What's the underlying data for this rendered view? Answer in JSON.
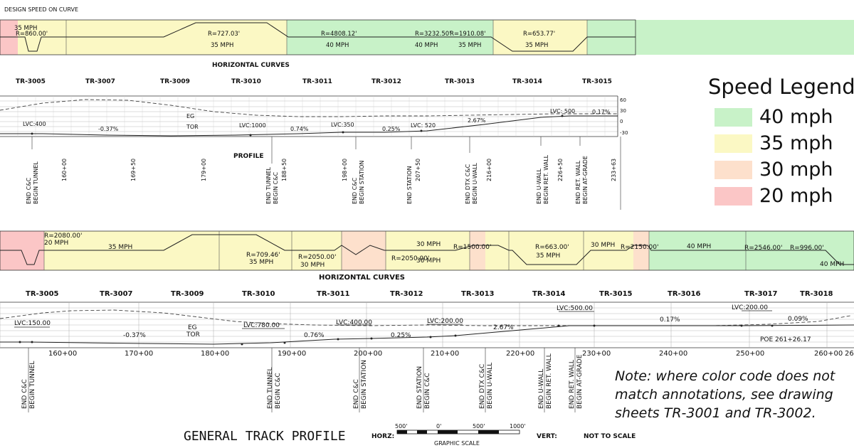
{
  "header_note": "DESIGN SPEED ON CURVE",
  "section_label_curves": "HORIZONTAL CURVES",
  "profile_label": "PROFILE",
  "colors": {
    "40": "#c8f2c8",
    "35": "#fbf8c4",
    "30": "#fde0cc",
    "20": "#fbc6c6"
  },
  "legend": {
    "title": "Speed Legend",
    "items": [
      {
        "label": "40 mph",
        "color": "#c8f2c8"
      },
      {
        "label": "35 mph",
        "color": "#fbf8c4"
      },
      {
        "label": "30 mph",
        "color": "#fde0cc"
      },
      {
        "label": "20 mph",
        "color": "#fbc6c6"
      }
    ]
  },
  "note": [
    "Note: where color code does not",
    "match annotations, see drawing",
    "sheets TR-3001 and TR-3002."
  ],
  "top": {
    "band_colors": [
      "#fbc6c6",
      "#fbf8c4",
      "#c8f2c8",
      "#fbf8c4",
      "#c8f2c8"
    ],
    "curve_labels": [
      {
        "text": "35 MPH"
      },
      {
        "text": "R=860.00'"
      },
      {
        "text": "R=727.03'"
      },
      {
        "text": "35 MPH"
      },
      {
        "text": "R=4808.12'"
      },
      {
        "text": "40 MPH"
      },
      {
        "text": "R=3232.50'"
      },
      {
        "text": "R=1910.08'"
      },
      {
        "text": "40 MPH"
      },
      {
        "text": "35 MPH"
      },
      {
        "text": "R=653.77'"
      },
      {
        "text": "35 MPH"
      }
    ],
    "sheets": [
      "TR-3005",
      "TR-3007",
      "TR-3009",
      "TR-3010",
      "TR-3011",
      "TR-3012",
      "TR-3013",
      "TR-3014",
      "TR-3015"
    ],
    "profile_labels": [
      {
        "text": "LVC:400"
      },
      {
        "text": "-0.37%"
      },
      {
        "text": "EG"
      },
      {
        "text": "TOR"
      },
      {
        "text": "LVC:1000"
      },
      {
        "text": "0.74%"
      },
      {
        "text": "LVC:350"
      },
      {
        "text": "0.25%"
      },
      {
        "text": "LVC: 520"
      },
      {
        "text": "2.67%"
      },
      {
        "text": "LVC: 500"
      },
      {
        "text": "0.17%"
      }
    ],
    "elev_ticks": [
      "60",
      "30",
      "0",
      "-30"
    ],
    "stations": [
      "160+00",
      "169+50",
      "179+00",
      "188+50",
      "198+00",
      "207+50",
      "216+00",
      "226+50",
      "233+63"
    ],
    "callouts": [
      "END C&C",
      "BEGIN TUNNEL",
      "END TUNNEL",
      "BEGIN C&C",
      "END C&C",
      "BEGIN STATION",
      "END STATION",
      "END DTX C&C",
      "BEGIN U-WALL",
      "END U-WALL",
      "BEGIN RET. WALL",
      "END RET. WALL",
      "BEGIN AT-GRADE"
    ]
  },
  "bottom": {
    "band_colors": [
      "#fbc6c6",
      "#fbf8c4",
      "#fde0cc",
      "#fbf8c4",
      "#fde0cc",
      "#fbf8c4",
      "#fde0cc",
      "#c8f2c8"
    ],
    "curve_labels": [
      {
        "text": "R=2080.00'"
      },
      {
        "text": "20 MPH"
      },
      {
        "text": "35 MPH"
      },
      {
        "text": "R=709.46'"
      },
      {
        "text": "35 MPH"
      },
      {
        "text": "R=2050.00'"
      },
      {
        "text": "30 MPH"
      },
      {
        "text": "R=2050.00'"
      },
      {
        "text": "30 MPH"
      },
      {
        "text": "R=1500.00'"
      },
      {
        "text": "30 MPH"
      },
      {
        "text": "R=663.00'"
      },
      {
        "text": "35 MPH"
      },
      {
        "text": "30 MPH"
      },
      {
        "text": "R=2150.00'"
      },
      {
        "text": "40 MPH"
      },
      {
        "text": "R=2546.00'"
      },
      {
        "text": "R=996.00'"
      },
      {
        "text": "40 MPH"
      }
    ],
    "sheets": [
      "TR-3005",
      "TR-3007",
      "TR-3009",
      "TR-3010",
      "TR-3011",
      "TR-3012",
      "TR-3013",
      "TR-3014",
      "TR-3015",
      "TR-3016",
      "TR-3017",
      "TR-3018"
    ],
    "profile_labels": [
      {
        "text": "LVC:150.00"
      },
      {
        "text": "-0.37%"
      },
      {
        "text": "EG"
      },
      {
        "text": "TOR"
      },
      {
        "text": "LVC:780.00"
      },
      {
        "text": "0.76%"
      },
      {
        "text": "LVC:400.00"
      },
      {
        "text": "0.25%"
      },
      {
        "text": "LVC:200.00"
      },
      {
        "text": "2.67%"
      },
      {
        "text": "LVC:500.00"
      },
      {
        "text": "0.17%"
      },
      {
        "text": "LVC:200.00"
      },
      {
        "text": "0.09%"
      },
      {
        "text": "POE 261+26.17"
      }
    ],
    "stations": [
      "160+00",
      "170+00",
      "180+00",
      "190+00",
      "200+00",
      "210+00",
      "220+00",
      "230+00",
      "240+00",
      "250+00",
      "260+00",
      "26"
    ],
    "callouts": [
      "END C&C",
      "BEGIN TUNNEL",
      "END TUNNEL",
      "BEGIN C&C",
      "END C&C",
      "BEGIN STATION",
      "END STATION",
      "BEGIN C&C",
      "END DTX C&C",
      "BEGIN U-WALL",
      "END U-WALL",
      "BEGIN RET. WALL",
      "END RET. WALL",
      "BEGIN AT-GRADE"
    ]
  },
  "title_block": {
    "title": "GENERAL TRACK PROFILE",
    "horz": "HORZ:",
    "scale_ticks": [
      "500'",
      "0'",
      "500'",
      "1000'"
    ],
    "graphic_scale": "GRAPHIC SCALE",
    "vert": "VERT:",
    "not_to_scale": "NOT TO SCALE"
  }
}
